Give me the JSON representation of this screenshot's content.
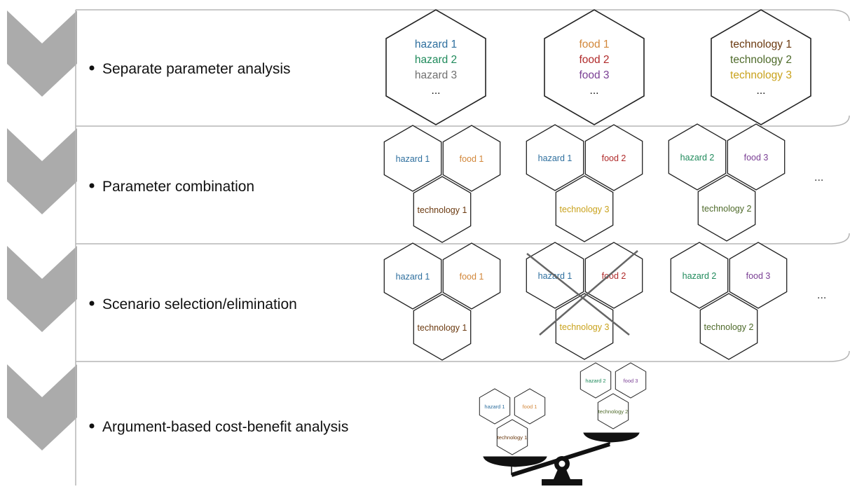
{
  "colors": {
    "hazard1": "#2e6f9e",
    "hazard2": "#1f8a5b",
    "hazard3": "#707070",
    "food1": "#d2873a",
    "food2": "#b02a2a",
    "food3": "#7a3f94",
    "tech1": "#6b3a10",
    "tech2": "#4e6a2a",
    "tech3": "#c9a21c",
    "chevron": "#ababab",
    "line": "#777777"
  },
  "rows": [
    {
      "label": "Separate parameter analysis",
      "groups": [
        {
          "items": [
            {
              "text": "hazard 1",
              "color": "hazard1"
            },
            {
              "text": "hazard 2",
              "color": "hazard2"
            },
            {
              "text": "hazard 3",
              "color": "hazard3"
            },
            {
              "text": "...",
              "color": "black"
            }
          ]
        },
        {
          "items": [
            {
              "text": "food 1",
              "color": "food1"
            },
            {
              "text": "food 2",
              "color": "food2"
            },
            {
              "text": "food 3",
              "color": "food3"
            },
            {
              "text": "...",
              "color": "black"
            }
          ]
        },
        {
          "items": [
            {
              "text": "technology 1",
              "color": "tech1"
            },
            {
              "text": "technology 2",
              "color": "tech2"
            },
            {
              "text": "technology 3",
              "color": "tech3"
            },
            {
              "text": "...",
              "color": "black"
            }
          ]
        }
      ]
    },
    {
      "label": "Parameter combination",
      "clusters": [
        {
          "a": {
            "text": "hazard 1",
            "color": "hazard1"
          },
          "b": {
            "text": "food 1",
            "color": "food1"
          },
          "c": {
            "text": "technology 1",
            "color": "tech1"
          }
        },
        {
          "a": {
            "text": "hazard 1",
            "color": "hazard1"
          },
          "b": {
            "text": "food 2",
            "color": "food2"
          },
          "c": {
            "text": "technology 3",
            "color": "tech3"
          }
        },
        {
          "a": {
            "text": "hazard 2",
            "color": "hazard2"
          },
          "b": {
            "text": "food 3",
            "color": "food3"
          },
          "c": {
            "text": "technology 2",
            "color": "tech2"
          }
        }
      ],
      "ellipsis": "..."
    },
    {
      "label": "Scenario selection/elimination",
      "clusters": [
        {
          "a": {
            "text": "hazard 1",
            "color": "hazard1"
          },
          "b": {
            "text": "food 1",
            "color": "food1"
          },
          "c": {
            "text": "technology 1",
            "color": "tech1"
          },
          "eliminated": false
        },
        {
          "a": {
            "text": "hazard 1",
            "color": "hazard1"
          },
          "b": {
            "text": "food 2",
            "color": "food2"
          },
          "c": {
            "text": "technology 3",
            "color": "tech3"
          },
          "eliminated": true
        },
        {
          "a": {
            "text": "hazard 2",
            "color": "hazard2"
          },
          "b": {
            "text": "food 3",
            "color": "food3"
          },
          "c": {
            "text": "technology 2",
            "color": "tech2"
          },
          "eliminated": false
        }
      ],
      "ellipsis": "..."
    },
    {
      "label": "Argument-based cost-benefit analysis",
      "scale": {
        "left": {
          "a": {
            "text": "hazard 1",
            "color": "hazard1"
          },
          "b": {
            "text": "food 1",
            "color": "food1"
          },
          "c": {
            "text": "technology 1",
            "color": "tech1"
          }
        },
        "right": {
          "a": {
            "text": "hazard 2",
            "color": "hazard2"
          },
          "b": {
            "text": "food 3",
            "color": "food3"
          },
          "c": {
            "text": "technology 2",
            "color": "tech2"
          }
        }
      }
    }
  ]
}
